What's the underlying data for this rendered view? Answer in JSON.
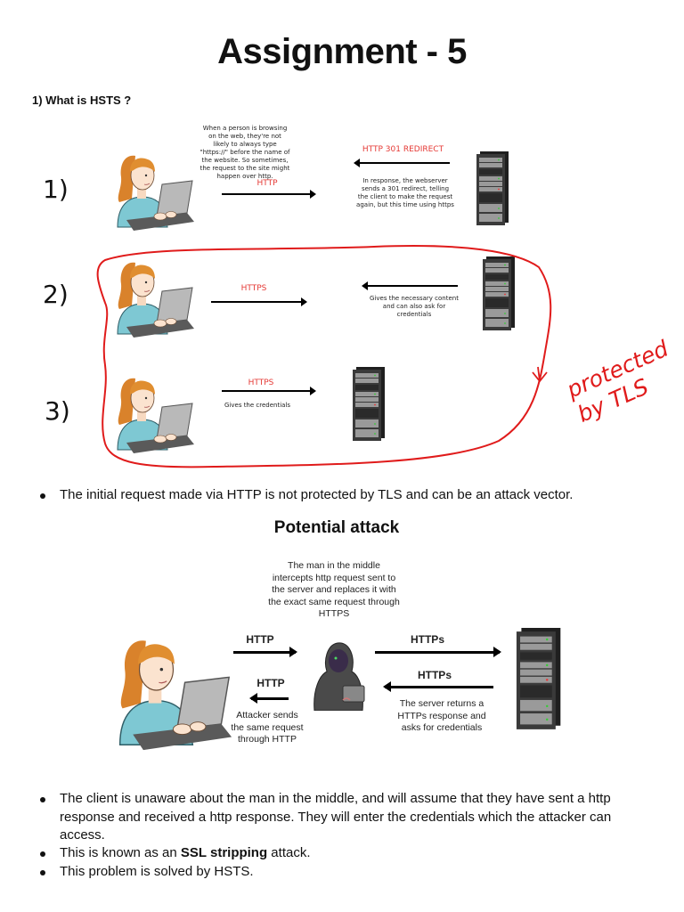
{
  "page": {
    "title": "Assignment - 5",
    "question": "1) What is HSTS ?"
  },
  "diagram_hsts": {
    "step_labels": [
      "1)",
      "2)",
      "3)"
    ],
    "step1": {
      "client_note": "When a person is browsing on the web, they're not likely to always type \"https://\" before the name of the website. So sometimes, the request to the site might happen over http.",
      "request_label": "HTTP",
      "response_label": "HTTP 301 REDIRECT",
      "server_note": "In response, the webserver sends a 301 redirect, telling the client to make the request again, but this time using https"
    },
    "step2": {
      "request_label": "HTTPS",
      "server_note": "Gives the necessary content and can also ask for credentials"
    },
    "step3": {
      "request_label": "HTTPS",
      "client_note": "Gives the credentials"
    },
    "annotation": "protected by TLS",
    "annotation_color": "#e01b1b",
    "label_color": "#e53935"
  },
  "bullets_top": [
    "The initial request made via HTTP is not protected by TLS and can be an attack vector."
  ],
  "attack": {
    "heading": "Potential attack",
    "mitm_note": "The man in the middle intercepts http request sent to the server and replaces it with the exact same request through HTTPS",
    "client_to_attacker": "HTTP",
    "attacker_to_client": "HTTP",
    "attacker_note": "Attacker sends the same request through HTTP",
    "attacker_to_server": "HTTPs",
    "server_to_attacker": "HTTPs",
    "server_note": "The server returns a HTTPs response and asks for credentials"
  },
  "bullets_bottom": [
    {
      "text": "The client is unaware about the man in the middle, and will assume that they have sent a http response and received a http response. They will enter the credentials which the attacker can access."
    },
    {
      "pre": "This is known as an ",
      "bold": "SSL stripping",
      "post": " attack."
    },
    {
      "text": "This problem is solved by HSTS."
    }
  ]
}
